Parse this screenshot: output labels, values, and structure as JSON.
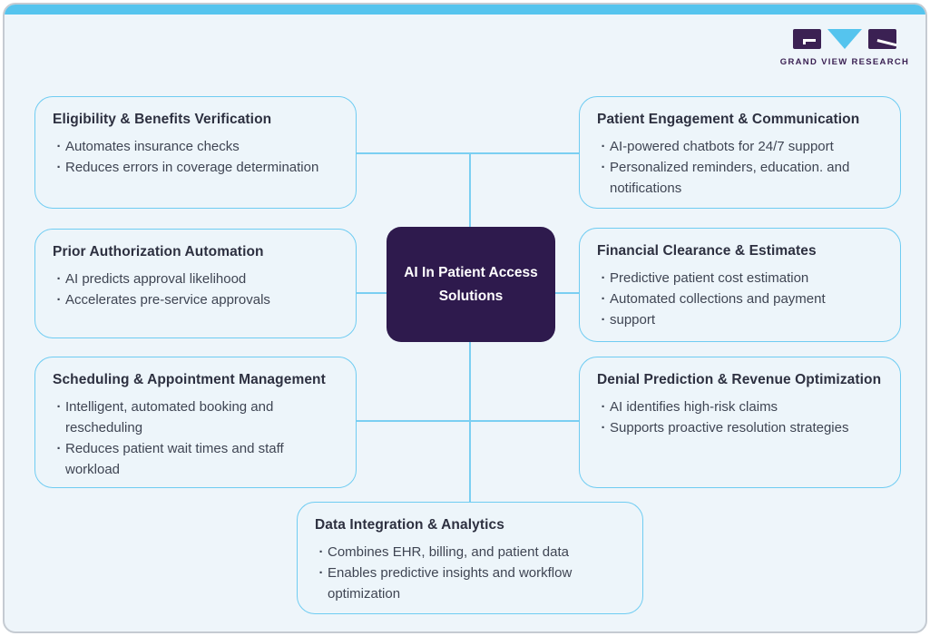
{
  "colors": {
    "accent_blue": "#55c4ee",
    "connector_blue": "#7bcff2",
    "card_border_blue": "#6fccf2",
    "background": "#eef5fa",
    "center_purple": "#2e1a4d",
    "logo_purple": "#3b2153",
    "heading_text": "#2d3040",
    "body_text": "#3f4553"
  },
  "logo": {
    "text": "GRAND VIEW RESEARCH"
  },
  "center": {
    "title": "AI In Patient Access Solutions"
  },
  "boxes": [
    {
      "id": "eligibility-benefits-verification",
      "title": "Eligibility & Benefits Verification",
      "bullets": [
        "Automates insurance checks",
        "Reduces errors in coverage determination"
      ]
    },
    {
      "id": "patient-engagement-communication",
      "title": "Patient Engagement & Communication",
      "bullets": [
        "AI-powered chatbots for 24/7 support",
        "Personalized reminders, education. and notifications"
      ]
    },
    {
      "id": "prior-authorization-automation",
      "title": "Prior Authorization Automation",
      "bullets": [
        "AI predicts approval likelihood",
        "Accelerates pre-service approvals"
      ]
    },
    {
      "id": "financial-clearance-estimates",
      "title": "Financial Clearance & Estimates",
      "bullets": [
        "Predictive patient cost estimation",
        "Automated collections and payment",
        "support"
      ]
    },
    {
      "id": "scheduling-appointment-management",
      "title": "Scheduling & Appointment Management",
      "bullets": [
        "Intelligent, automated booking and rescheduling",
        "Reduces patient wait times and staff workload"
      ]
    },
    {
      "id": "denial-prediction-revenue-optimization",
      "title": "Denial Prediction & Revenue Optimization",
      "bullets": [
        "AI identifies high-risk claims",
        "Supports proactive resolution strategies"
      ]
    },
    {
      "id": "data-integration-analytics",
      "title": "Data Integration & Analytics",
      "bullets": [
        "Combines EHR, billing, and patient data",
        "Enables predictive insights and workflow optimization"
      ]
    }
  ]
}
